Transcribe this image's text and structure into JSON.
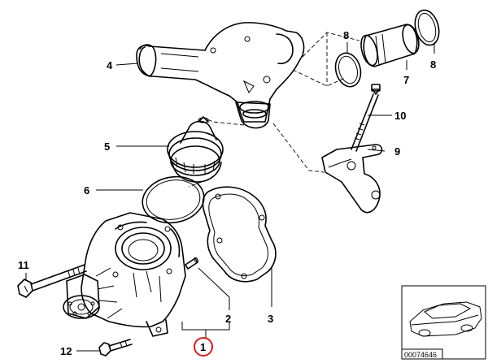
{
  "callouts": {
    "c1": "1",
    "c2": "2",
    "c3": "3",
    "c4": "4",
    "c5": "5",
    "c6": "6",
    "c7": "7",
    "c8a": "8",
    "c8b": "8",
    "c9": "9",
    "c10": "10",
    "c11": "11",
    "c12": "12"
  },
  "diagram_code": "00074646",
  "highlight_color": "#d91c1c"
}
